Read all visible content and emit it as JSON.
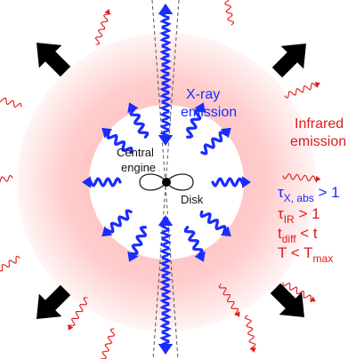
{
  "colors": {
    "ring_inner": "#ffcdcd",
    "ring_outer": "#fff0f0",
    "xray_blue": "#1a2cff",
    "infrared_red": "#e01a1a",
    "corner_arrow": "#000000",
    "beam_line": "#555555"
  },
  "labels": {
    "xray": [
      "X-ray",
      "emission"
    ],
    "infrared": [
      "Infrared",
      "emission"
    ],
    "central_engine": [
      "Central",
      "engine"
    ],
    "disk": "Disk"
  },
  "conditions": {
    "tau_xabs": {
      "symbol": "τ",
      "sub": "X, abs",
      "rel": " > 1"
    },
    "tau_ir": {
      "symbol": "τ",
      "sub": "IR",
      "rel": " > 1"
    },
    "t_diff": {
      "symbol": "t",
      "sub": "diff",
      "rel": " < t"
    },
    "t_max": {
      "symbol": "T < T",
      "sub": "max",
      "rel": ""
    }
  },
  "icons": {
    "xray_arrows": "wavy-blue-arrow-icon",
    "ir_arrows": "wavy-red-arrow-icon",
    "corner_arrows": "thick-black-arrow-icon",
    "disk": "figure-eight-disk-icon"
  }
}
